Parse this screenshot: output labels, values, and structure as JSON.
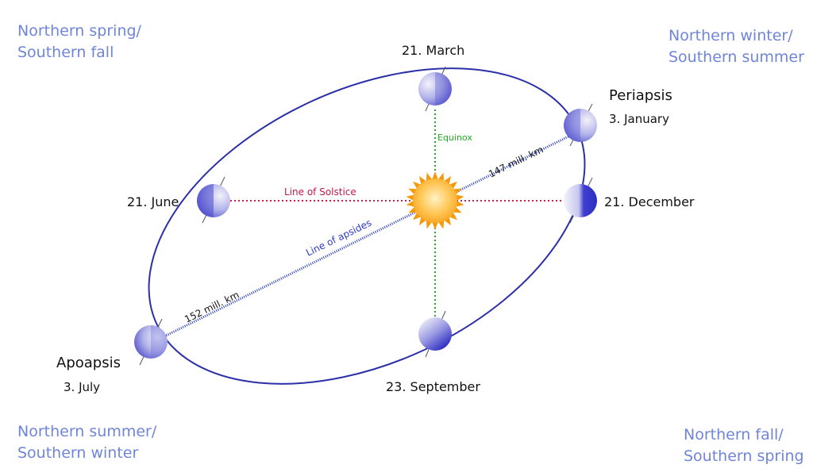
{
  "seasons": {
    "top_left": {
      "line1": "Northern spring/",
      "line2": "Southern fall"
    },
    "top_right": {
      "line1": "Northern winter/",
      "line2": "Southern summer"
    },
    "bottom_left": {
      "line1": "Northern summer/",
      "line2": "Southern winter"
    },
    "bottom_right": {
      "line1": "Northern fall/",
      "line2": "Southern spring"
    }
  },
  "positions": {
    "march": "21. March",
    "june": "21. June",
    "september": "23. September",
    "december": "21. December",
    "periapsis_title": "Periapsis",
    "periapsis_date": "3. January",
    "apoapsis_title": "Apoapsis",
    "apoapsis_date": "3. July"
  },
  "lines": {
    "equinox": "Equinox",
    "solstice": "Line of Solstice",
    "apsides": "Line of apsides",
    "perihelion_distance": "147 mill. km",
    "aphelion_distance": "152 mill. km"
  },
  "colors": {
    "season_text": "#6f85d8",
    "orbit": "#2b2fa8",
    "solstice_line": "#d0204a",
    "equinox_line": "#22aa22",
    "apsides_line": "#2b3cc0",
    "sun_core": "#f7a21b",
    "sun_rays": "#f59a0c",
    "planet_dark": "#4f4fd0",
    "planet_light": "#e8e8f8"
  }
}
